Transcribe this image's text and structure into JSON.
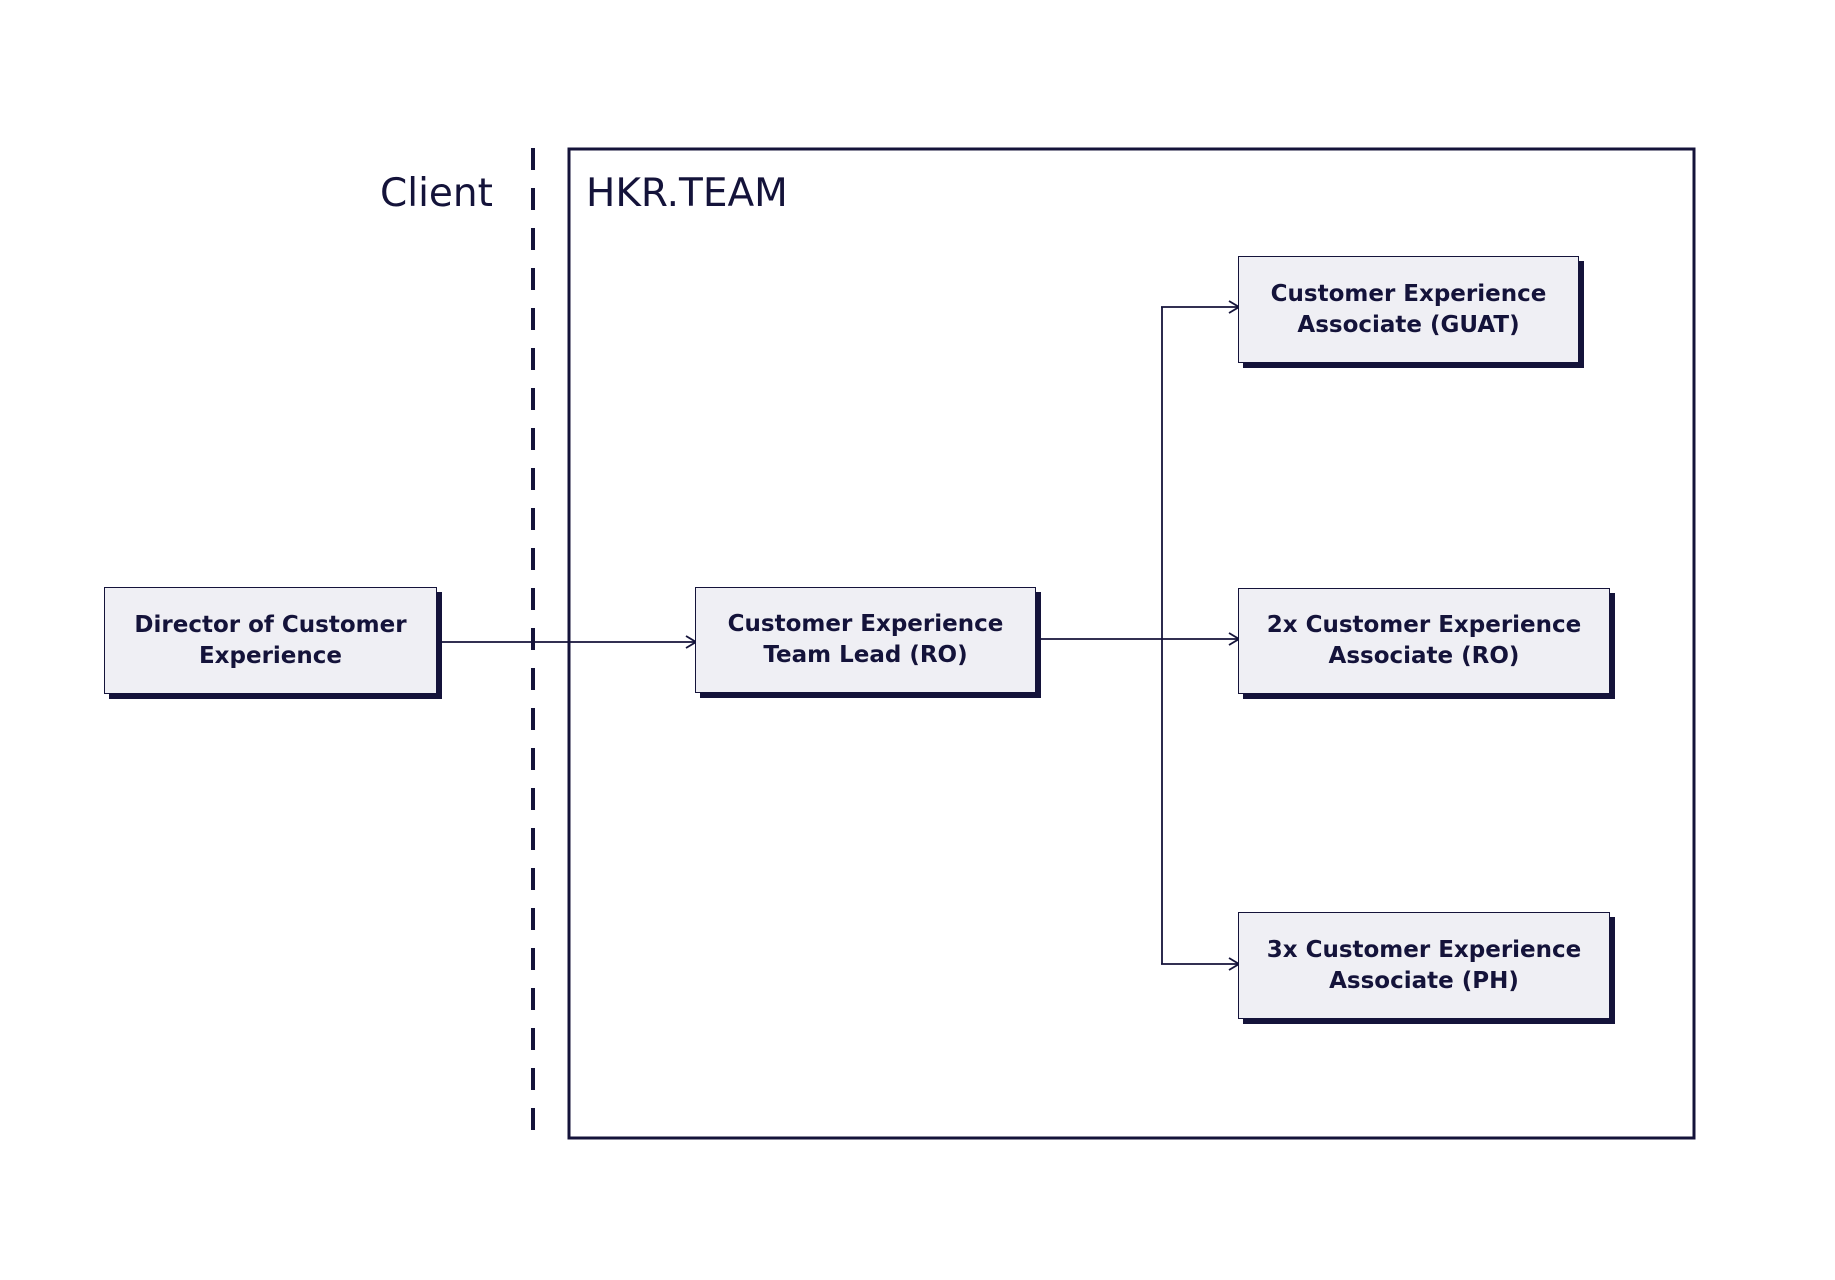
{
  "regions": {
    "client_label": "Client",
    "team_label": "HKR.TEAM"
  },
  "nodes": {
    "director": {
      "line1": "Director of Customer",
      "line2": "Experience"
    },
    "team_lead": {
      "line1": "Customer Experience",
      "line2": "Team Lead (RO)"
    },
    "associate_guat": {
      "line1": "Customer Experience",
      "line2": "Associate (GUAT)"
    },
    "associate_ro": {
      "line1": "2x Customer Experience",
      "line2": "Associate (RO)"
    },
    "associate_ph": {
      "line1": "3x Customer Experience",
      "line2": "Associate (PH)"
    }
  },
  "edges": [
    {
      "from": "director",
      "to": "team_lead"
    },
    {
      "from": "team_lead",
      "to": "associate_guat"
    },
    {
      "from": "team_lead",
      "to": "associate_ro"
    },
    {
      "from": "team_lead",
      "to": "associate_ph"
    }
  ],
  "colors": {
    "ink": "#14133a",
    "node_fill": "#efeff4",
    "background": "#ffffff"
  }
}
